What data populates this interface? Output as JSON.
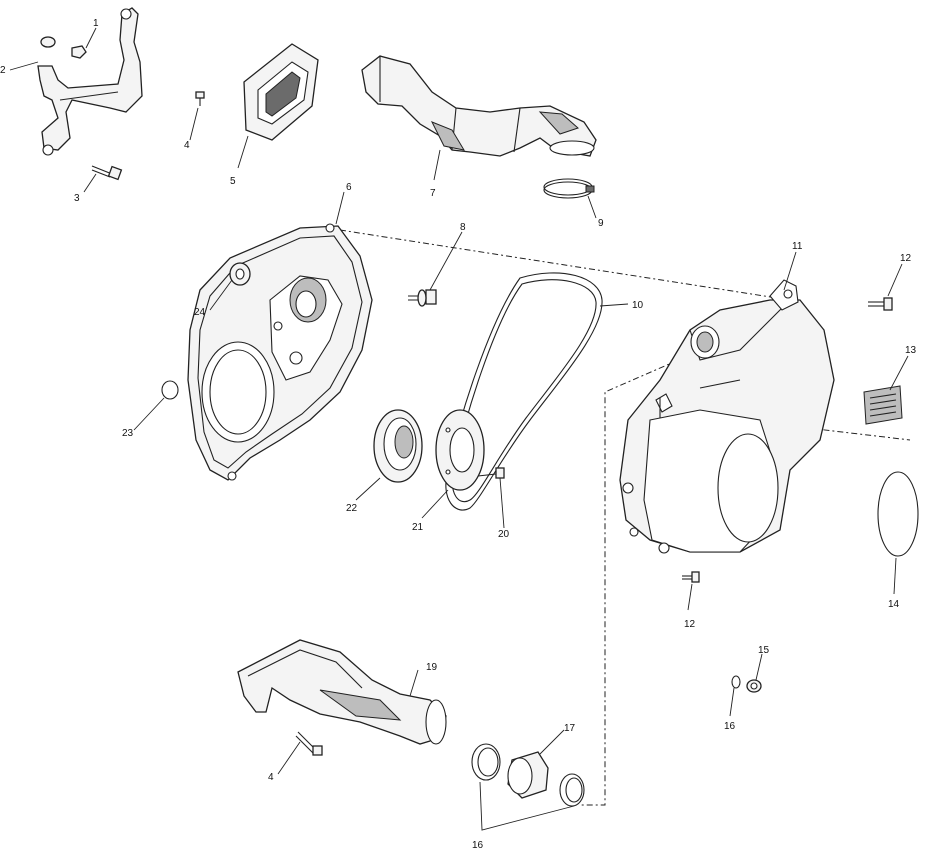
{
  "labels": {
    "p1": "1",
    "p2": "2",
    "p3": "3",
    "p4a": "4",
    "p4b": "4",
    "p5": "5",
    "p6": "6",
    "p7": "7",
    "p8": "8",
    "p9": "9",
    "p10": "10",
    "p11": "11",
    "p12a": "12",
    "p12b": "12",
    "p13": "13",
    "p14": "14",
    "p15": "15",
    "p16a": "16",
    "p16b": "16",
    "p17": "17",
    "p19": "19",
    "p20": "20",
    "p21": "21",
    "p22": "22",
    "p23": "23",
    "p24": "24"
  }
}
